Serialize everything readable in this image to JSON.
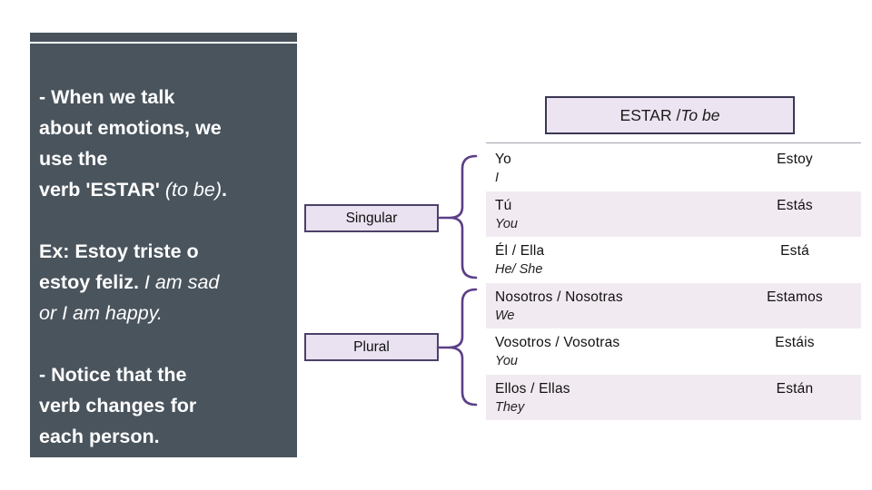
{
  "panel": {
    "p1_l1": "- When we talk",
    "p1_l2": "about emotions, we",
    "p1_l3": "use the",
    "p1_l4_bold": "verb 'ESTAR' ",
    "p1_l4_italic": "(to be)",
    "p1_l4_end": ".",
    "p2_l1": "Ex: Estoy triste o",
    "p2_l2_bold": "estoy feliz. ",
    "p2_l2_italic": "I am sad",
    "p2_l3_italic": "or I am happy.",
    "p3_l1": "- Notice that the",
    "p3_l2": "verb changes for",
    "p3_l3": "each person."
  },
  "table": {
    "title_main": "ESTAR / ",
    "title_italic": "To be",
    "rows": [
      {
        "pronoun": "Yo",
        "english": "I",
        "conjugation": "Estoy"
      },
      {
        "pronoun": "Tú",
        "english": "You",
        "conjugation": "Estás"
      },
      {
        "pronoun": "Él / Ella",
        "english": "He/ She",
        "conjugation": "Está"
      },
      {
        "pronoun": "Nosotros / Nosotras",
        "english": "We",
        "conjugation": "Estamos"
      },
      {
        "pronoun": "Vosotros /  Vosotras",
        "english": "You",
        "conjugation": "Estáis"
      },
      {
        "pronoun": "Ellos / Ellas",
        "english": "They",
        "conjugation": "Están"
      }
    ]
  },
  "labels": {
    "singular": "Singular",
    "plural": "Plural"
  },
  "colors": {
    "panel_gray": "#4a545d",
    "row_lavender": "#f2eaf1",
    "box_lavender": "#ede4f2",
    "label_lavender": "#eae1f1",
    "brace_purple": "#5c3f87",
    "border_dark_purple": "#3b3752",
    "table_line_gray": "#a79fae",
    "text_white": "#ffffff",
    "text_black": "#1b1b1b"
  }
}
